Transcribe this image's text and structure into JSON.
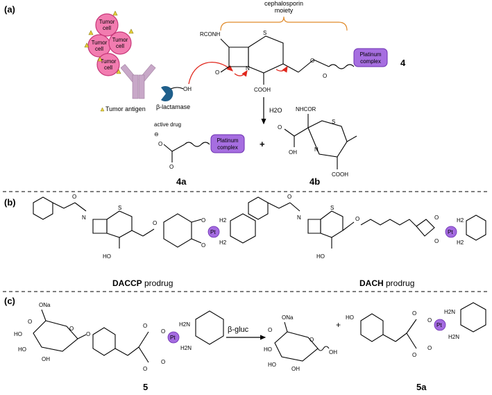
{
  "panels": {
    "a": {
      "tag": "(a)",
      "moiety_label": [
        "cephalosporin",
        "moiety"
      ],
      "tumor_cell": [
        "Tumor",
        "cell"
      ],
      "enzyme": "β-lactamase",
      "antigen": "Tumor antigen",
      "active_drug": "active drug",
      "platinum": [
        "Platinum",
        "complex"
      ],
      "reagent": "H2O",
      "plus": "+",
      "groups": {
        "rconh": "RCONH",
        "nhcor": "NHCOR",
        "s": "S",
        "n": "N",
        "o": "O",
        "oh": "OH",
        "cooh": "COOH",
        "minus": "⊖"
      },
      "compounds": [
        "4",
        "4a",
        "4b"
      ],
      "colors": {
        "moiety": "#e08a2a",
        "active_drug": "#e0261b",
        "platinum": "#a66ee0",
        "cell": "#f27cb0",
        "antibody": "#c8a8c8",
        "enzyme": "#1f5f8b"
      }
    },
    "b": {
      "tag": "(b)",
      "daccp_bold": "DACCP",
      "dach_bold": "DACH",
      "suffix": " prodrug",
      "groups": {
        "h2n": "H2",
        "n": "N",
        "pt": "Pt",
        "ho": "HO",
        "s": "S",
        "o": "O",
        "nh": "N"
      }
    },
    "c": {
      "tag": "(c)",
      "enzyme": "β-gluc",
      "plus": "+",
      "groups": {
        "ona": "ONa",
        "ho": "HO",
        "oh": "OH",
        "o": "O",
        "h2n": "H2N",
        "pt": "Pt",
        "n": "N"
      },
      "compounds": [
        "5",
        "5a"
      ]
    }
  }
}
